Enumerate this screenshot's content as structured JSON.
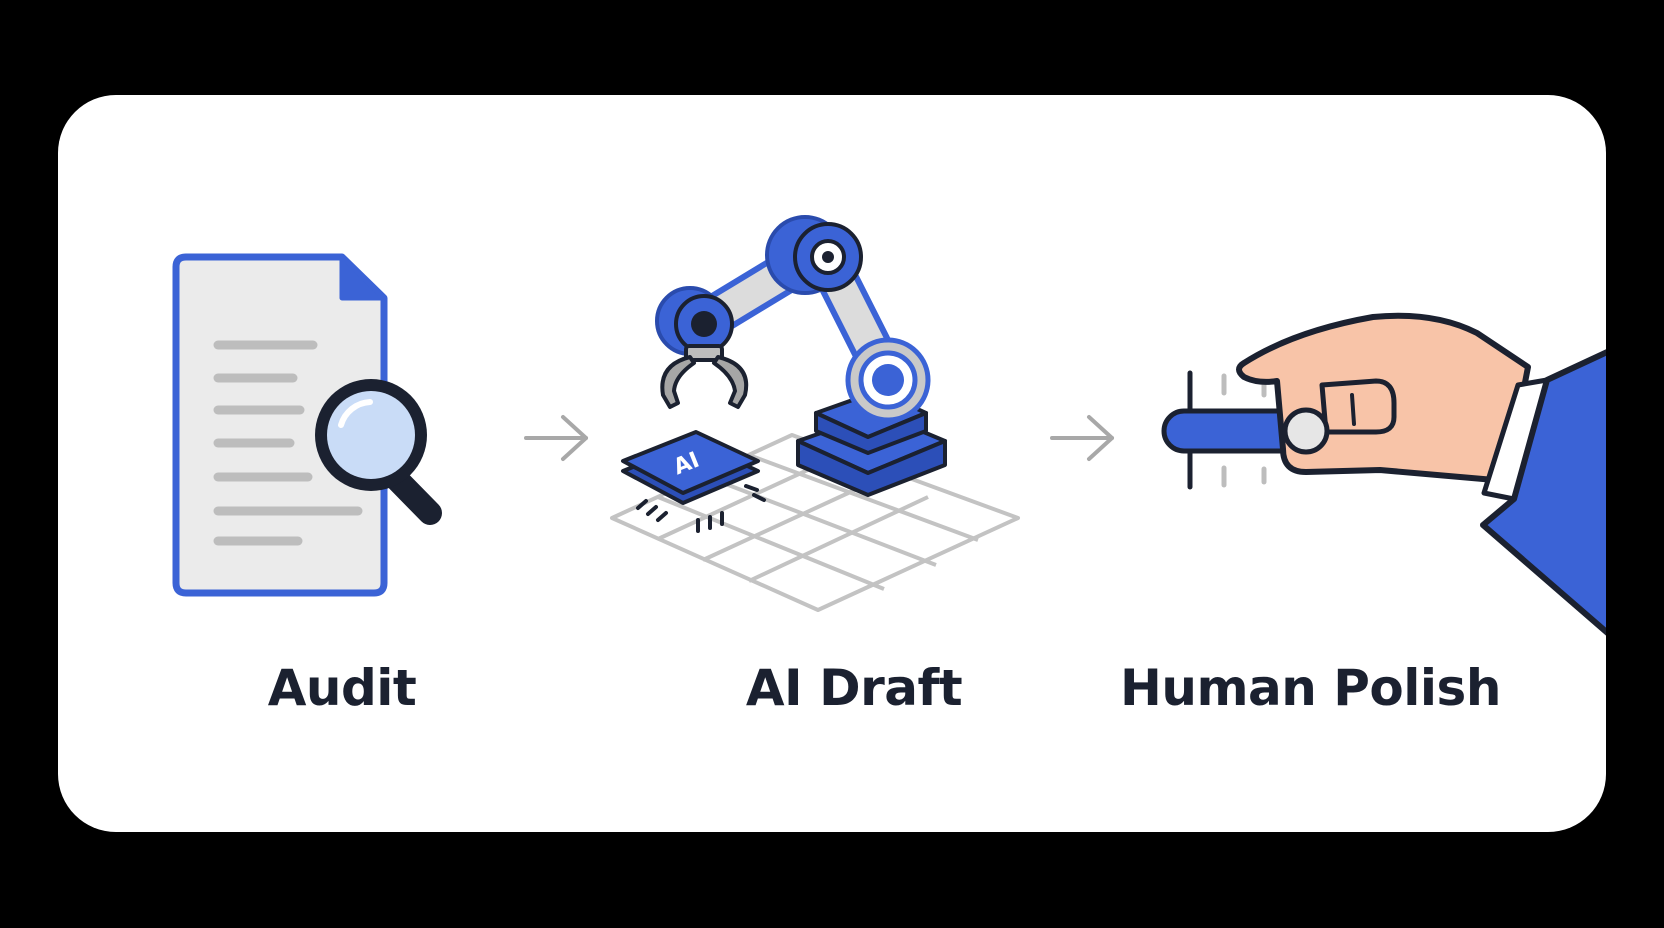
{
  "steps": [
    {
      "label": "Audit",
      "icon": "document-magnifier-icon"
    },
    {
      "label": "AI Draft",
      "icon": "robot-arm-icon",
      "chip_text": "AI"
    },
    {
      "label": "Human Polish",
      "icon": "hand-slider-icon"
    }
  ],
  "connectors": [
    "arrow-right-icon",
    "arrow-right-icon"
  ],
  "colors": {
    "background": "#000000",
    "card": "#ffffff",
    "accent_blue": "#3b63d6",
    "dark_outline": "#1b2130",
    "light_gray": "#e8e8e8",
    "mid_gray": "#bdbdbd",
    "skin": "#f8c4a8",
    "lens": "#c9dcf7"
  }
}
